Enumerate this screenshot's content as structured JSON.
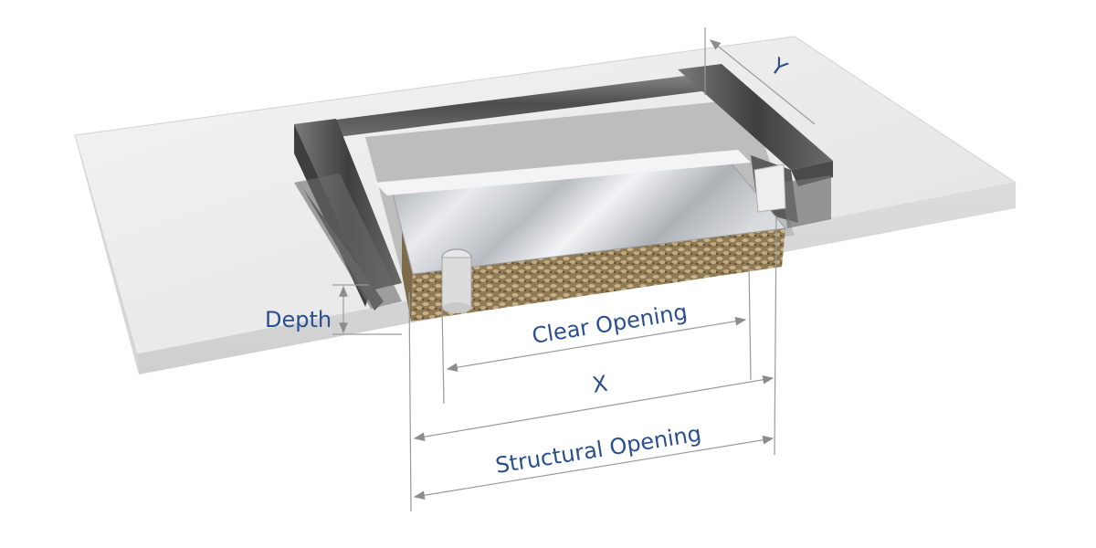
{
  "labels": {
    "y": "Y",
    "depth": "Depth",
    "clear_opening": "Clear Opening",
    "x": "X",
    "structural_opening": "Structural Opening"
  },
  "colors": {
    "label_text": "#2a4f8f",
    "slab": "#e8e8e8",
    "frame": "#5b5b5b",
    "foil": "#cfd2d6",
    "insulation": "#9a8460"
  }
}
